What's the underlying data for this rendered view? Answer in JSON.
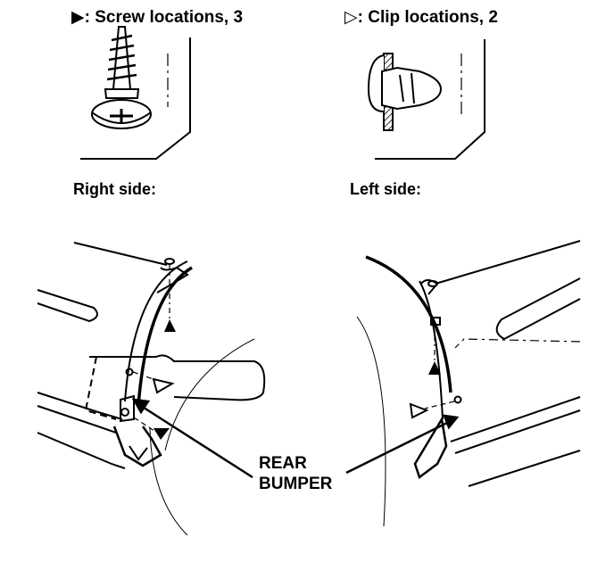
{
  "legend": {
    "screw_symbol": "▶",
    "screw_label": ": Screw locations, 3",
    "clip_symbol": "▷",
    "clip_label": ": Clip locations, 2"
  },
  "views": {
    "right_label": "Right side:",
    "left_label": "Left side:"
  },
  "callout": {
    "line1": "REAR",
    "line2": "BUMPER"
  },
  "icons": [
    "screw-icon",
    "clip-icon",
    "screw-location-marker",
    "clip-location-marker"
  ]
}
